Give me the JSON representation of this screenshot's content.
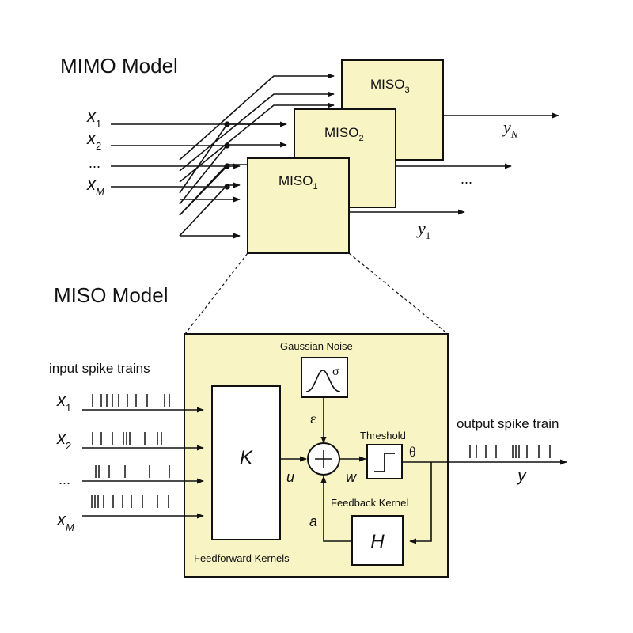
{
  "colors": {
    "box_fill": "#f8f4c4",
    "stroke": "#111111",
    "background": "#ffffff"
  },
  "mimo": {
    "title": "MIMO Model",
    "inputs": [
      {
        "base": "x",
        "sub": "1"
      },
      {
        "base": "x",
        "sub": "2"
      },
      {
        "base": "...",
        "sub": ""
      },
      {
        "base": "x",
        "sub": "M"
      }
    ],
    "blocks": [
      {
        "base": "MISO",
        "sub": "3"
      },
      {
        "base": "MISO",
        "sub": "2"
      },
      {
        "base": "MISO",
        "sub": "1"
      }
    ],
    "outputs": [
      {
        "base": "y",
        "sub": "N"
      },
      {
        "base": "...",
        "sub": ""
      },
      {
        "base": "y",
        "sub": "1"
      }
    ]
  },
  "miso": {
    "title": "MISO Model",
    "input_label": "input spike trains",
    "inputs": [
      {
        "base": "x",
        "sub": "1"
      },
      {
        "base": "x",
        "sub": "2"
      },
      {
        "base": "...",
        "sub": ""
      },
      {
        "base": "x",
        "sub": "M"
      }
    ],
    "feedforward_symbol": "K",
    "feedforward_label": "Feedforward Kernels",
    "noise_label": "Gaussian Noise",
    "sigma": "σ",
    "epsilon": "ε",
    "u": "u",
    "w": "w",
    "a": "a",
    "threshold_label": "Threshold",
    "theta": "θ",
    "feedback_label": "Feedback Kernel",
    "feedback_symbol": "H",
    "output_label": "output spike train",
    "output_symbol": "y"
  }
}
